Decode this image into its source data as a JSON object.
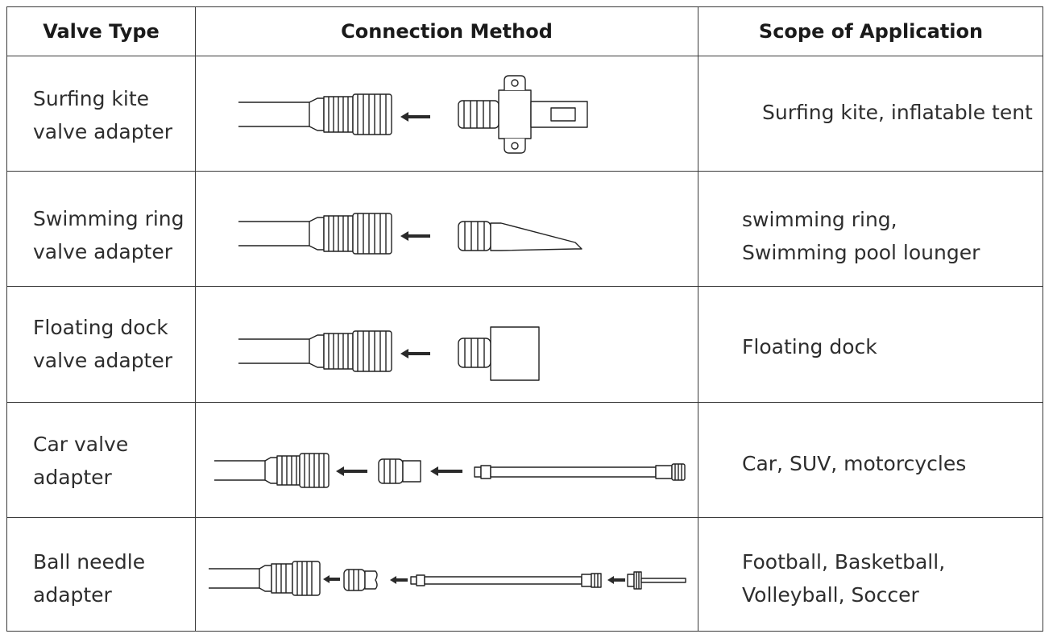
{
  "headers": {
    "valve_type": "Valve Type",
    "connection_method": "Connection Method",
    "scope": "Scope of Application"
  },
  "rows": [
    {
      "valve": "Surfing  kite\nvalve adapter",
      "scope": "Surfing kite, inflatable tent"
    },
    {
      "valve": "Swimming ring\nvalve adapter",
      "scope": "swimming ring,\nSwimming pool lounger"
    },
    {
      "valve": "Floating dock\nvalve adapter",
      "scope": "Floating dock"
    },
    {
      "valve": "Car valve\nadapter",
      "scope": "Car, SUV, motorcycles"
    },
    {
      "valve": "Ball needle\nadapter",
      "scope": "Football, Basketball,\nVolleyball, Soccer"
    }
  ]
}
